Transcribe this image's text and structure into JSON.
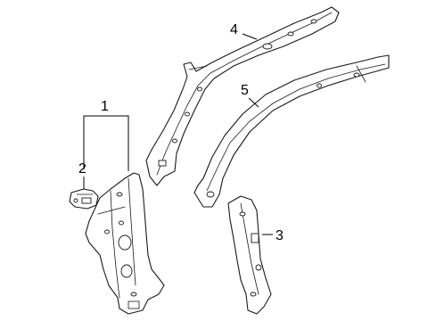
{
  "diagram": {
    "callouts": [
      {
        "id": "c1",
        "number": "1"
      },
      {
        "id": "c2",
        "number": "2"
      },
      {
        "id": "c3",
        "number": "3"
      },
      {
        "id": "c4",
        "number": "4"
      },
      {
        "id": "c5",
        "number": "5"
      }
    ]
  }
}
